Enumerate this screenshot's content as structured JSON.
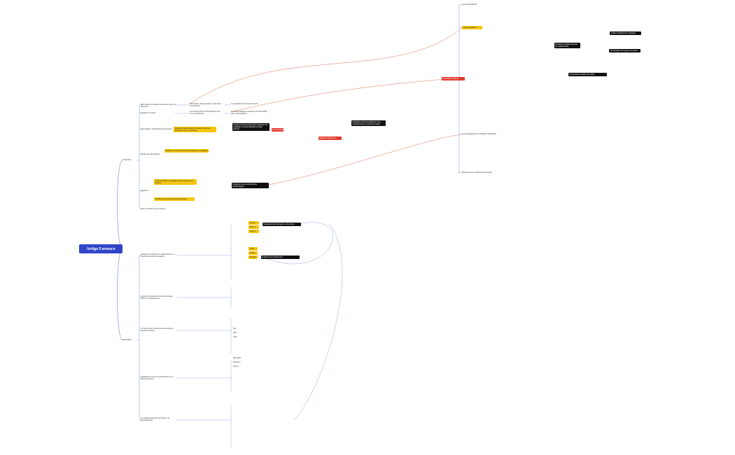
{
  "root": {
    "title": "Artigo Farmaco"
  },
  "branch_intro": {
    "label": "Introdução"
  },
  "branch_results": {
    "label": "Resultados"
  },
  "intro_items": [
    {
      "label": "Informação por diferentes autores sobre os fármacos"
    },
    {
      "label": "Cuidado de saúde"
    },
    {
      "label": "Informação e Assistência da Farmácia"
    },
    {
      "label": "Problemas das bebidas"
    },
    {
      "label": "Objetivos"
    },
    {
      "label": "Assim na Diferença do Adquiro"
    }
  ],
  "intro_details": [
    "Prescrição e Dispensação e a fórmula farmacêutica",
    "As intervenções do farmacêutico para com os pacientes",
    "A importância da farmácia clínica",
    "A implementação de sistemas de informação para o farmacêutico"
  ],
  "top_nodes": [
    {
      "label": "Farmacovigilância"
    },
    {
      "label": "Farmacovigilancia"
    },
    {
      "label": "Prevenção de Riscos"
    },
    {
      "label": "Farmacovigilancia do Ministério Hospitalar"
    },
    {
      "label": "Planejamento e medicamentos gerais"
    }
  ],
  "red_tags": [
    {
      "label": "Desenvolvimento"
    },
    {
      "label": "Eficácia e Segurança"
    }
  ],
  "dark_notes": [
    "Gestão dos riscos de fármacos dependem da avaliação e da disponibilidade de cada fármaco",
    "Qualidade da farmacovigilância e sua importância para o sistema de saúde",
    "Gestão de riscos de substâncias farmacológicas",
    "Estudos de reações adversas de medicamentos",
    "Análise estatística dos resultados",
    "Comparação entre grupos de estudo",
    "Conclusões da análise dos dados",
    "Resultados das medicações e dos efeitos",
    "Evidências dos tratamentos"
  ],
  "yellow_notes": [
    "Assistência da farmácia com relação a diversas informações sobre medicação",
    "Redução e reconhecimento de problemas de medicação",
    "Implementação de estratégias para a segurança do paciente",
    "Identificar as prescrições medicamentosas"
  ],
  "result_items": [
    {
      "label": "Quando se trocaram de medicamentos e o recebimento das informações"
    },
    {
      "label": "Quando o farmacêutico tem informação sobre os medicamentos"
    },
    {
      "label": "O número dos medicamentos aumentou nos últimos anos"
    },
    {
      "label": "Avaliação do uso de medicamentos e os efeitos adversos"
    },
    {
      "label": "As reações adversas ocorridas e as consequências"
    }
  ],
  "small_labels": [
    "Grupo 1",
    "Grupo 2",
    "Grupo 3",
    "Idosos",
    "Adultos",
    "Crianças",
    "Sim",
    "Não",
    "Total",
    "Masculino",
    "Feminino",
    "Outros"
  ]
}
